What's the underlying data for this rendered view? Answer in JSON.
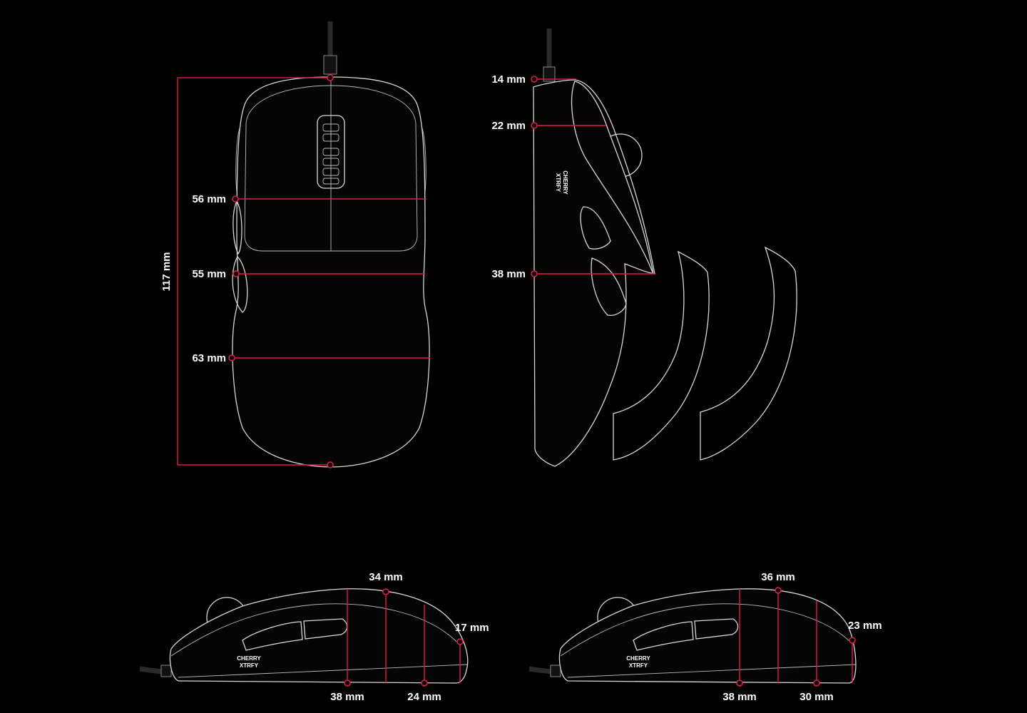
{
  "colors": {
    "background": "#000000",
    "outline": "#d8d8d8",
    "measure": "#e0194a",
    "label": "#ffffff"
  },
  "top_view": {
    "length_label": "117 mm",
    "width_labels": [
      "56 mm",
      "55 mm",
      "63 mm"
    ]
  },
  "side_view": {
    "height_labels": [
      "14 mm",
      "22 mm",
      "38 mm"
    ]
  },
  "profile_left": {
    "top_label": "34 mm",
    "front_label": "17 mm",
    "bottom_labels": [
      "38 mm",
      "24 mm"
    ]
  },
  "profile_right": {
    "top_label": "36 mm",
    "front_label": "23 mm",
    "bottom_labels": [
      "38 mm",
      "30 mm"
    ]
  },
  "logo": {
    "line1": "CHERRY",
    "line2": "XTRFY"
  }
}
